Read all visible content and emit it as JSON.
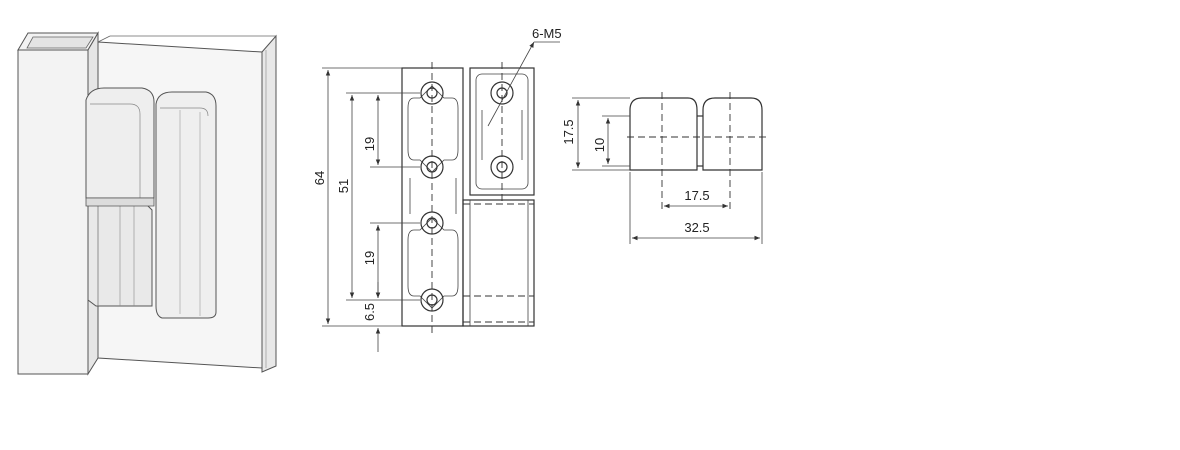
{
  "thread_callout": "6-M5",
  "front_view": {
    "overall_height": "64",
    "hole_span": "51",
    "hole_pitch_top": "19",
    "hole_pitch_bottom": "19",
    "edge_offset": "6.5"
  },
  "side_view": {
    "height": "17.5",
    "inner_height": "10",
    "knuckle_width": "17.5",
    "overall_width": "32.5"
  }
}
